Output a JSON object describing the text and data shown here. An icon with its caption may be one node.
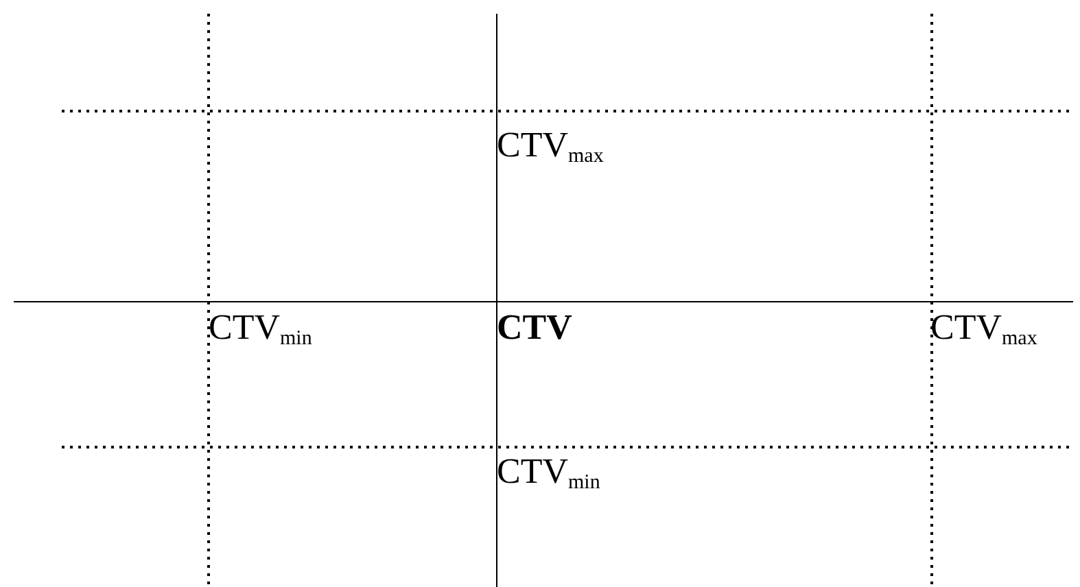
{
  "diagram": {
    "labels": [
      "CTV$_{max}$",
      "CTV$_{min}$",
      "CTV",
      "CTV$_{max}$",
      "CTV$_{min}$"
    ]
  }
}
